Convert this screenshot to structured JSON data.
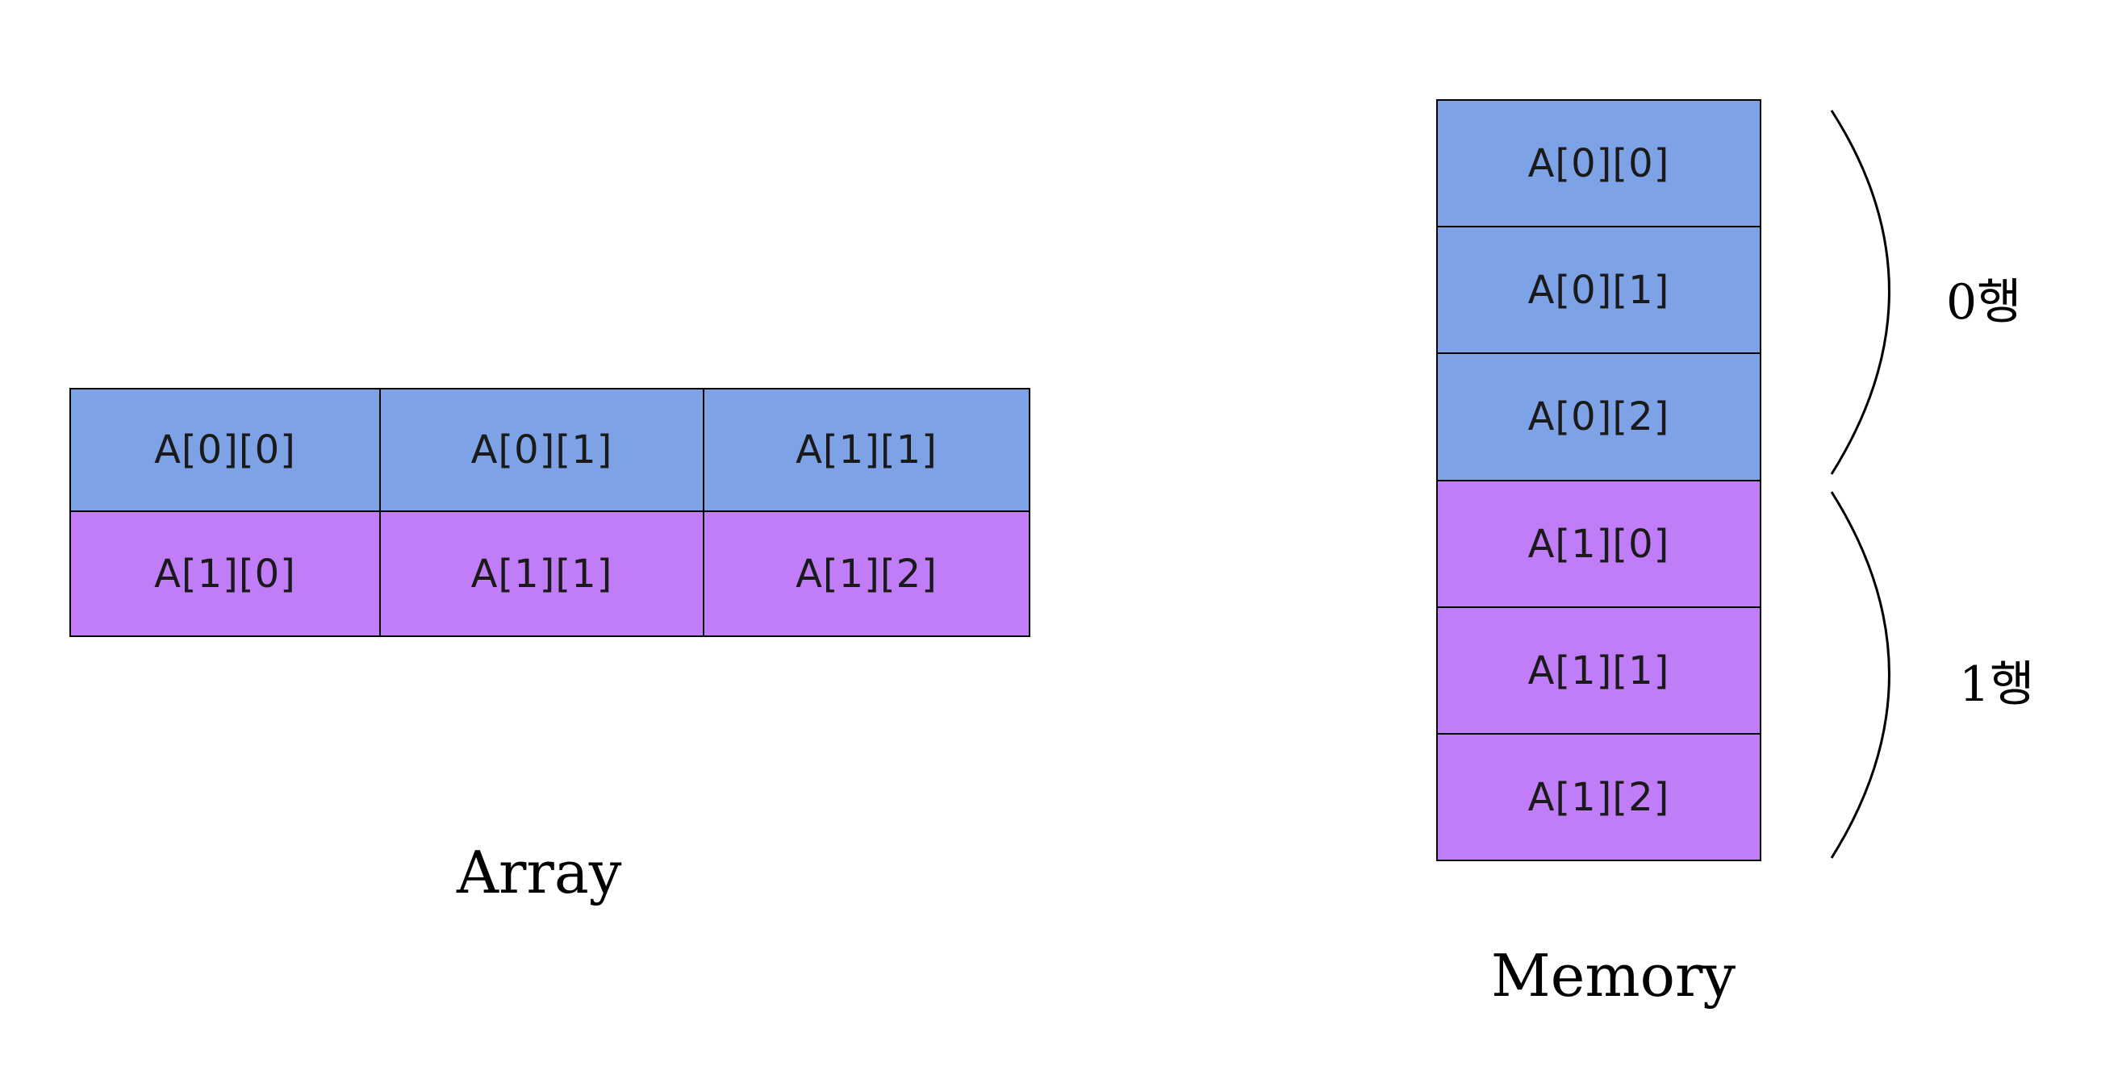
{
  "array": {
    "caption": "Array",
    "rows": [
      [
        "A[0][0]",
        "A[0][1]",
        "A[1][1]"
      ],
      [
        "A[1][0]",
        "A[1][1]",
        "A[1][2]"
      ]
    ]
  },
  "memory": {
    "caption": "Memory",
    "cells": [
      "A[0][0]",
      "A[0][1]",
      "A[0][2]",
      "A[1][0]",
      "A[1][1]",
      "A[1][2]"
    ]
  },
  "row_labels": [
    "0행",
    "1행"
  ],
  "colors": {
    "row0": "#7da2e6",
    "row1": "#c17cf7"
  }
}
